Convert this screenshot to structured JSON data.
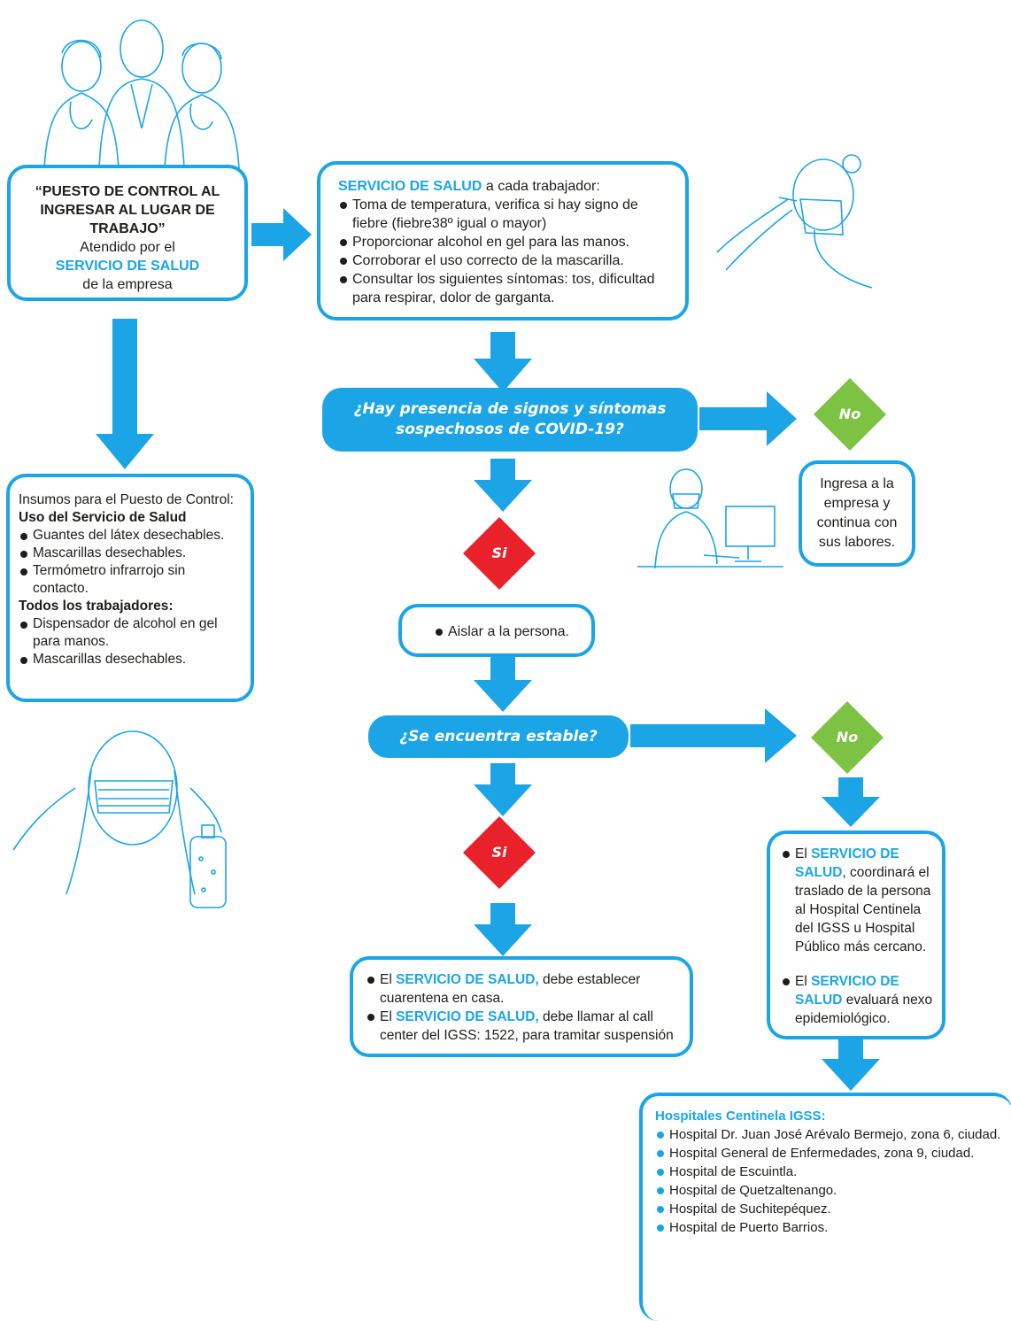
{
  "control_box": {
    "line1": "“PUESTO DE CONTROL AL",
    "line2": "INGRESAR AL LUGAR DE TRABAJO”",
    "line3": "Atendido por el",
    "line4": "SERVICIO DE SALUD",
    "line5": "de la empresa"
  },
  "service_box": {
    "lead_bold": "SERVICIO DE SALUD",
    "lead_rest": " a cada trabajador:",
    "items": [
      "Toma de temperatura, verifica si hay signo de fiebre (fiebre38º igual o mayor)",
      "Proporcionar alcohol en gel para las manos.",
      "Corroborar el uso correcto de la mascarilla.",
      "Consultar los siguientes síntomas: tos, dificultad para respirar, dolor de garganta."
    ]
  },
  "question1": {
    "line1": "¿Hay presencia de signos y síntomas",
    "line2": "sospechosos de COVID-19?"
  },
  "no1": "No",
  "ingresa_box": "Ingresa a la empresa y continua con sus labores.",
  "si1": "Si",
  "aislar": "Aislar a la persona.",
  "question2": "¿Se encuentra estable?",
  "no2": "No",
  "si2": "Si",
  "insumos_box": {
    "title": "Insumos para el Puesto de Control:",
    "sub1": "Uso del Servicio de Salud",
    "items1": [
      "Guantes del látex desechables.",
      "Mascarillas desechables.",
      "Termómetro infrarrojo sin contacto."
    ],
    "sub2": "Todos los trabajadores:",
    "items2": [
      "Dispensador de alcohol en gel para manos.",
      "Mascarillas desechables."
    ]
  },
  "quarantine_box": {
    "item1_pre": "El ",
    "item1_bold": "SERVICIO DE SALUD,",
    "item1_rest": " debe establecer cuarentena en casa.",
    "item2_pre": "El ",
    "item2_bold": "SERVICIO DE SALUD,",
    "item2_rest": " debe llamar al call center del IGSS: 1522, para tramitar suspensión"
  },
  "transfer_box": {
    "item1_pre": "El ",
    "item1_bold": "SERVICIO DE SALUD",
    "item1_rest": ", coordinará el traslado de la persona al Hospital Centinela del IGSS u Hospital Público más cercano.",
    "item2_pre": "El ",
    "item2_bold": "SERVICIO DE SALUD",
    "item2_rest": " evaluará nexo epidemiológico."
  },
  "hospitals": {
    "title": "Hospitales Centinela IGSS:",
    "items": [
      "Hospital Dr. Juan José Arévalo Bermejo, zona 6, ciudad.",
      "Hospital General de Enfermedades, zona 9, ciudad.",
      "Hospital de Escuintla.",
      "Hospital de Quetzaltenango.",
      "Hospital de Suchitepéquez.",
      "Hospital de Puerto Barrios."
    ]
  },
  "colors": {
    "accent": "#1ba5e6",
    "no": "#7dc242",
    "si": "#e8212a"
  }
}
